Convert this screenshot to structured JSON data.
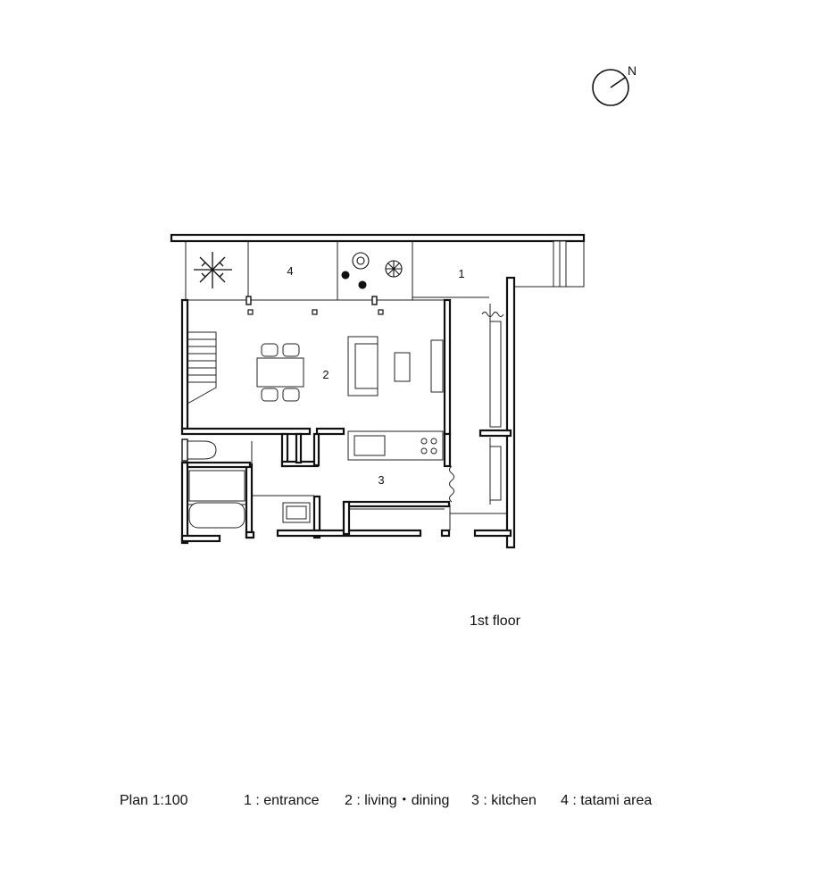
{
  "north": {
    "label": "N"
  },
  "rooms": {
    "entrance": "1",
    "living_dining": "2",
    "kitchen": "3",
    "tatami": "4"
  },
  "floor_label": "1st floor",
  "legend": {
    "scale": "Plan 1:100",
    "items": [
      "1 : entrance",
      "2 : living・dining",
      "3 : kitchen",
      "4 : tatami area"
    ]
  }
}
